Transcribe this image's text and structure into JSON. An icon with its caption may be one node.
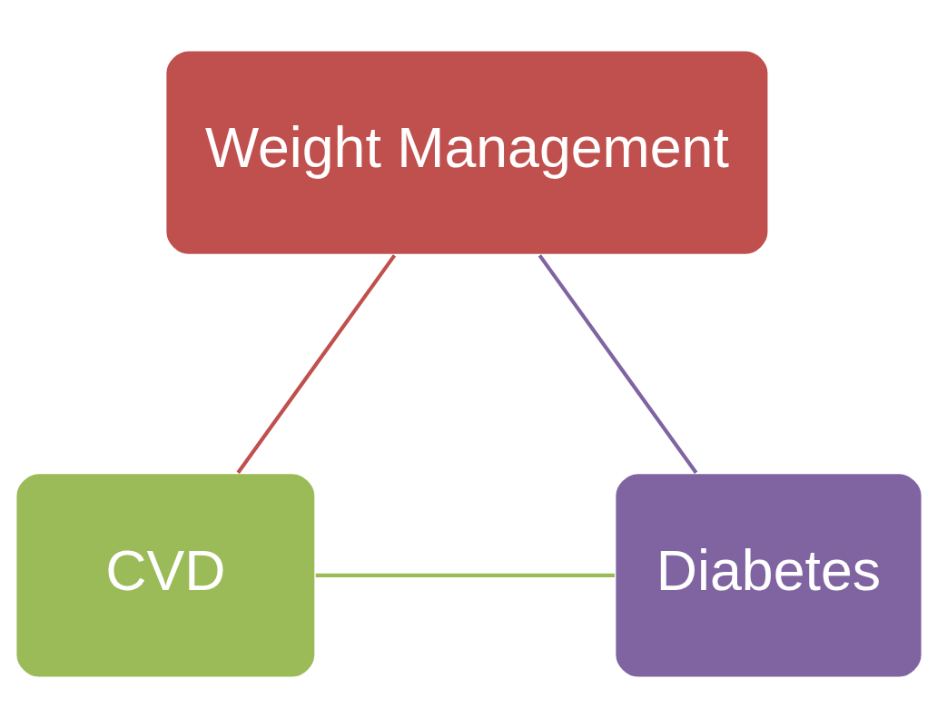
{
  "diagram": {
    "nodes": [
      {
        "text": [
          "Weight Management"
        ]
      },
      {
        "text": [
          "Diabetes"
        ]
      },
      {
        "text": [
          "CVD"
        ]
      }
    ],
    "edges": [
      {
        "from": 0,
        "to": 2,
        "arrow": "none",
        "color": "#c0504d"
      },
      {
        "from": 2,
        "to": 1,
        "arrow": "none",
        "color": "#9bbb59"
      },
      {
        "from": 1,
        "to": 0,
        "arrow": "none",
        "color": "#8064a2"
      }
    ]
  }
}
